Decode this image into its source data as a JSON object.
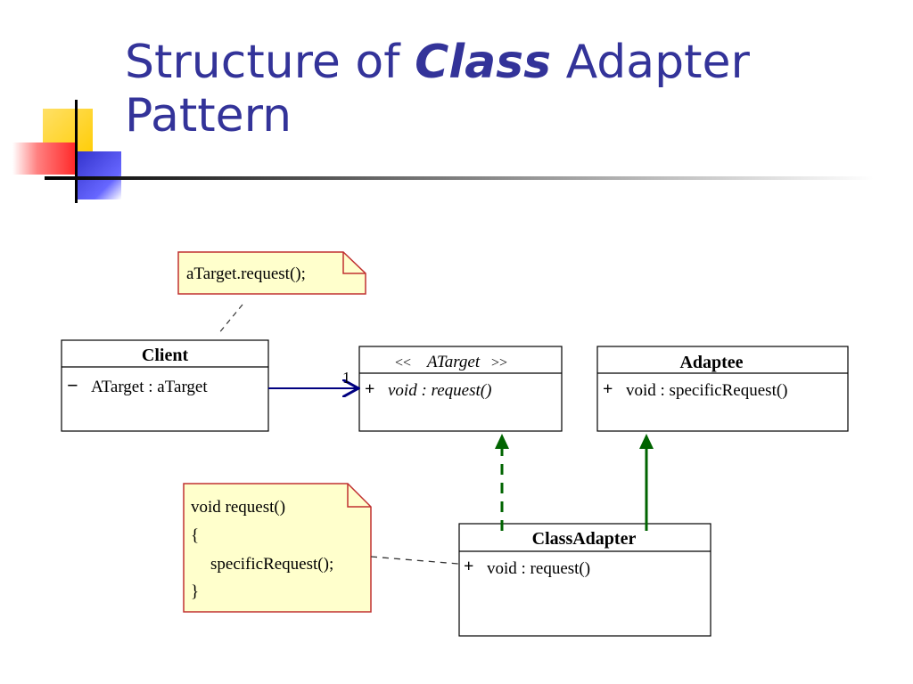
{
  "slide": {
    "title_part1": "Structure of ",
    "title_emphasis": "Class",
    "title_part2": " Adapter",
    "title_line2": "Pattern"
  },
  "colors": {
    "title": "#333399",
    "note_fill": "#ffffcc",
    "note_border": "#c03030",
    "arrow_navy": "#000080",
    "arrow_green": "#006400",
    "deco_yellow": "#ffcc00",
    "deco_red": "#ff3333",
    "deco_blue": "#3333cc"
  },
  "diagram": {
    "note_top": {
      "text": "aTarget.request();"
    },
    "client": {
      "name": "Client",
      "attr_visibility": "−",
      "attr": "ATarget : aTarget"
    },
    "target": {
      "stereotype_open": "<<",
      "name": "ATarget",
      "stereotype_close": ">>",
      "op_visibility": "+",
      "op": "void : request()"
    },
    "adaptee": {
      "name": "Adaptee",
      "op_visibility": "+",
      "op": "void : specificRequest()"
    },
    "class_adapter": {
      "name": "ClassAdapter",
      "op_visibility": "+",
      "op": "void : request()"
    },
    "association_multiplicity": "1",
    "note_bottom": {
      "line1": "void request()",
      "line2": "{",
      "line3": "specificRequest();",
      "line4": "}"
    }
  }
}
